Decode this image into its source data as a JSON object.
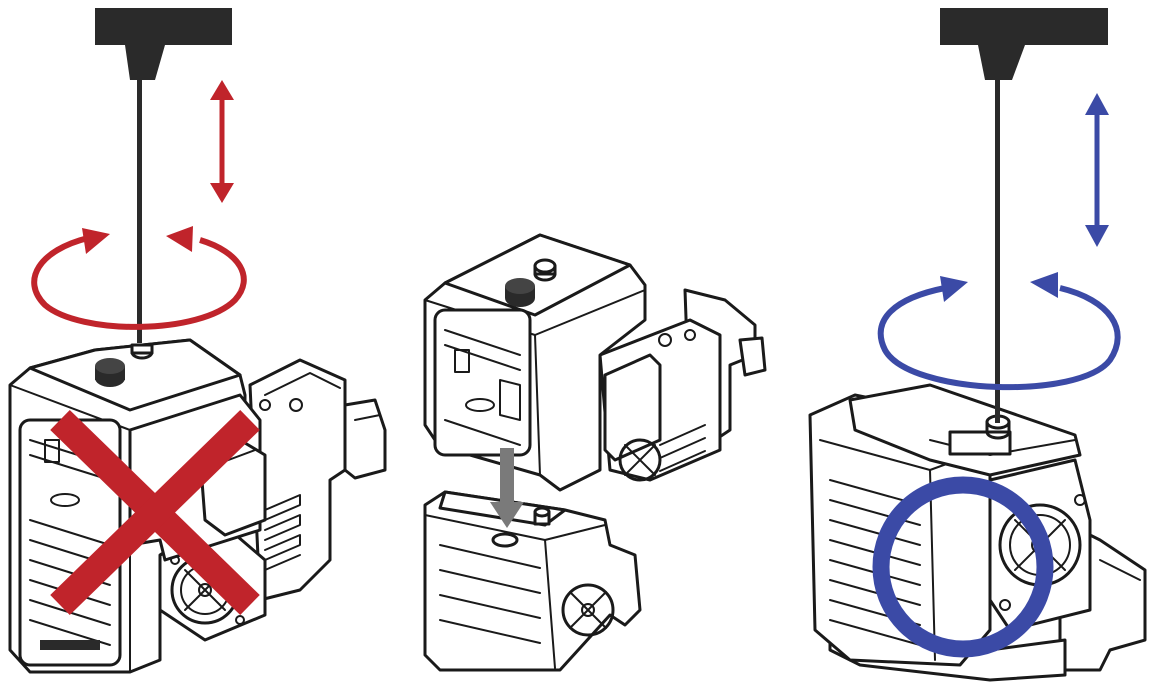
{
  "figure": {
    "panels": [
      {
        "id": "wrong",
        "state": "incorrect",
        "marker": "cross",
        "marker_color": "#c0242b",
        "arrow_color": "#c0242b"
      },
      {
        "id": "insert",
        "state": "step",
        "marker": "down-arrow",
        "arrow_color": "#7a7a7a"
      },
      {
        "id": "correct",
        "state": "correct",
        "marker": "circle",
        "marker_color": "#3b4aa6",
        "arrow_color": "#3b4aa6"
      }
    ],
    "colors": {
      "red": "#c0242b",
      "blue": "#3b4aa6",
      "gray_arrow": "#7a7a7a",
      "handle": "#2a2a2a"
    },
    "icons": [
      "t-handle-hex-key",
      "double-arrow",
      "rotate-arrows",
      "cross-mark",
      "circle-mark",
      "insert-arrow"
    ]
  }
}
